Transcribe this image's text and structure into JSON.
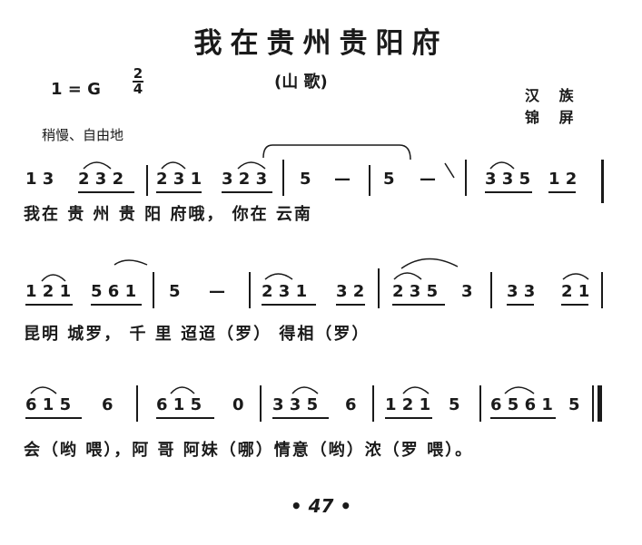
{
  "header": {
    "title": "我在贵州贵阳府",
    "key": "1 = G",
    "time_top": "2",
    "time_bottom": "4",
    "genre": "(山 歌)",
    "nation": "汉 族",
    "place": "锦 屏",
    "tempo": "稍慢、自由地"
  },
  "rows": [
    {
      "notes": [
        "1 3",
        "2 3 2",
        "2 3 1",
        "3 2 3",
        "5",
        "—",
        "5",
        "—",
        "3 3 5",
        "1 2"
      ],
      "lyrics": "我在 贵 州  贵 阳 府哦，          你在  云南"
    },
    {
      "notes": [
        "1 2 1",
        "5 6 1",
        "5",
        "—",
        "2 3 1",
        "3 2",
        "2 3 5",
        "3",
        "3 3",
        "2 1"
      ],
      "lyrics": "昆明   城罗，         千  里  迢迢（罗）  得相（罗）"
    },
    {
      "notes": [
        "6 1 5",
        "6",
        "6 1 5",
        "0",
        "3 3 5",
        "6",
        "1 2 1",
        "5",
        "6 5 6 1",
        "5"
      ],
      "lyrics": "会（哟 喂），阿   哥     阿妹（哪）情意（哟）浓（罗  喂）。"
    }
  ],
  "footer": {
    "page_number": "• 47 •"
  }
}
